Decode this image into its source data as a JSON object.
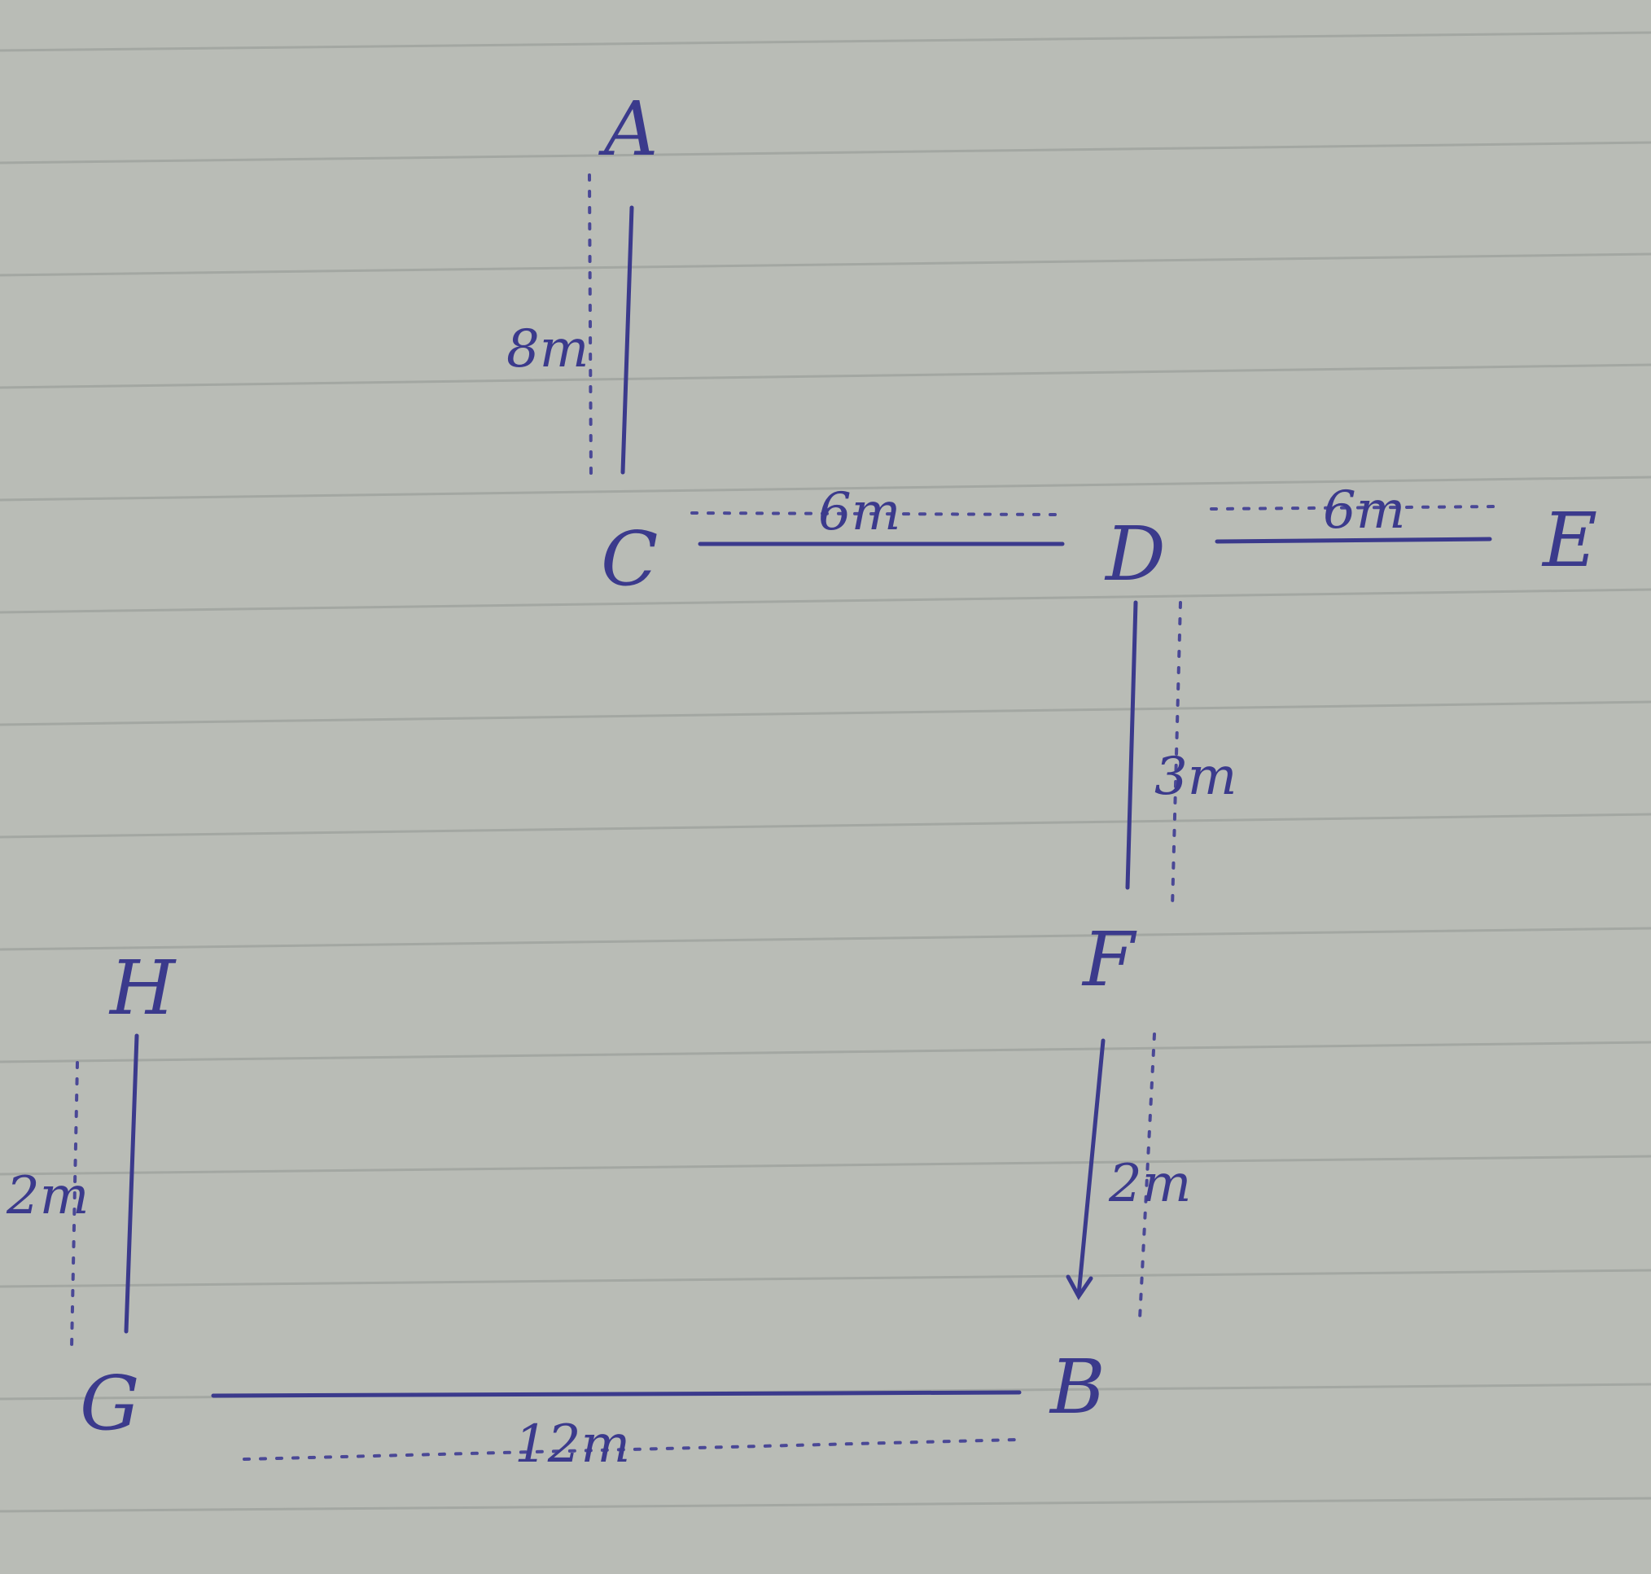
{
  "diagram": {
    "points": {
      "A": "A",
      "B": "B",
      "C": "C",
      "D": "D",
      "E": "E",
      "F": "F",
      "G": "G",
      "H": "H"
    },
    "distances": {
      "AC": "8m",
      "CD": "6m",
      "DE": "6m",
      "DF": "3m",
      "FB": "2m",
      "HG": "2m",
      "GB": "12m"
    }
  }
}
